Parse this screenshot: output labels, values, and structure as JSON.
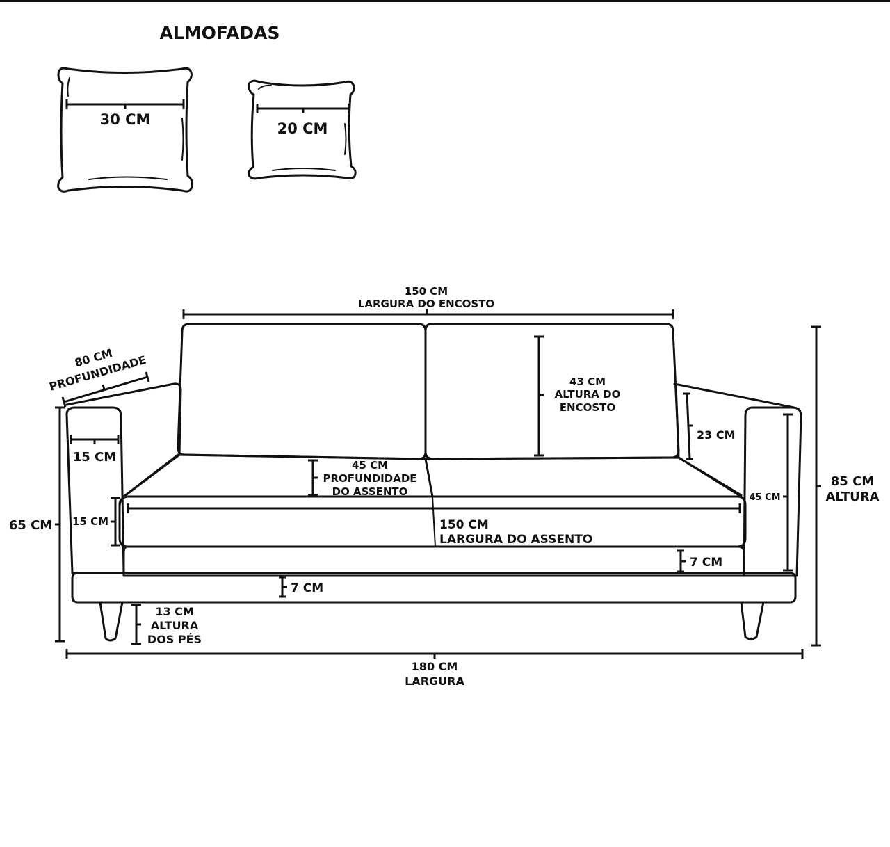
{
  "title": "ALMOFADAS",
  "colors": {
    "ink": "#111111",
    "background": "#ffffff"
  },
  "pillows": {
    "large": {
      "width": "30 CM"
    },
    "small": {
      "width": "20 CM"
    }
  },
  "sofa": {
    "backrest_width": {
      "value": "150 CM",
      "label": "LARGURA DO ENCOSTO"
    },
    "depth": {
      "value": "80 CM",
      "label": "PROFUNDIDADE"
    },
    "backrest_height": {
      "value": "43 CM",
      "line1": "ALTURA DO",
      "line2": "ENCOSTO"
    },
    "backrest_above_arm": "23 CM",
    "total_height": {
      "value": "85 CM",
      "label": "ALTURA"
    },
    "arm_width": "15 CM",
    "arm_total_height": "65 CM",
    "seat_cushion_height": "15 CM",
    "seat_depth": {
      "value": "45 CM",
      "line1": "PROFUNDIDADE",
      "line2": "DO ASSENTO"
    },
    "arm_inner_height": "45 CM",
    "seat_width": {
      "value": "150 CM",
      "label": "LARGURA DO ASSENTO"
    },
    "seat_base_height": "7 CM",
    "frame_height": "7 CM",
    "feet_height": {
      "value": "13 CM",
      "line1": "ALTURA",
      "line2": "DOS PÉS"
    },
    "total_width": {
      "value": "180 CM",
      "label": "LARGURA"
    }
  }
}
